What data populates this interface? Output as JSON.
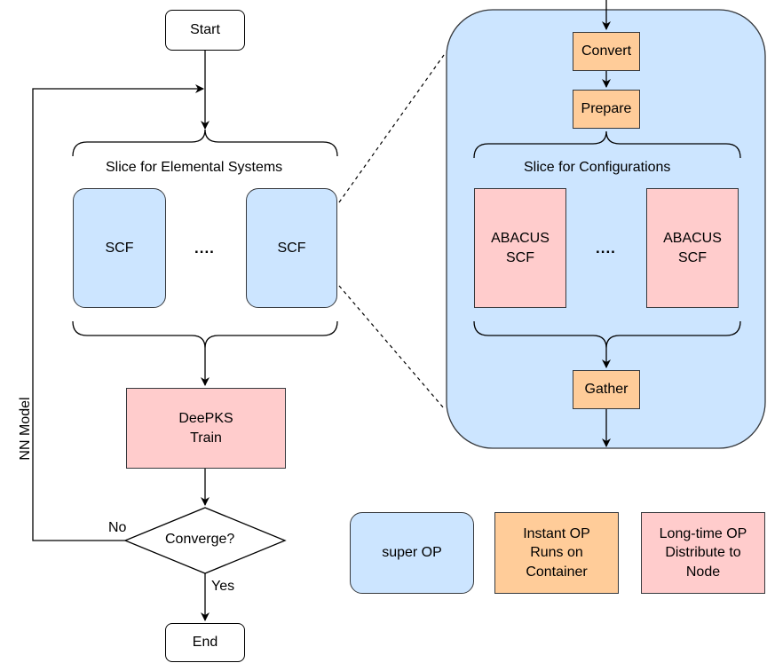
{
  "nodes": {
    "start": "Start",
    "end": "End",
    "slice_elemental": "Slice for Elemental Systems",
    "scf_left": "SCF",
    "scf_right": "SCF",
    "scf_dots": "....",
    "deepks_train": "DeePKS\nTrain",
    "converge": "Converge?",
    "no": "No",
    "yes": "Yes",
    "nn_model": "NN Model",
    "convert": "Convert",
    "prepare": "Prepare",
    "slice_configurations": "Slice for Configurations",
    "abacus_left": "ABACUS\nSCF",
    "abacus_right": "ABACUS\nSCF",
    "abacus_dots": "....",
    "gather": "Gather"
  },
  "legend": {
    "super_op": "super OP",
    "instant_op": "Instant OP\nRuns on\nContainer",
    "longtime_op": "Long-time OP\nDistribute to\nNode"
  },
  "colors": {
    "super_op": "#cce5ff",
    "instant_op": "#ffcc99",
    "longtime_op": "#ffcccc",
    "line": "#000000"
  }
}
